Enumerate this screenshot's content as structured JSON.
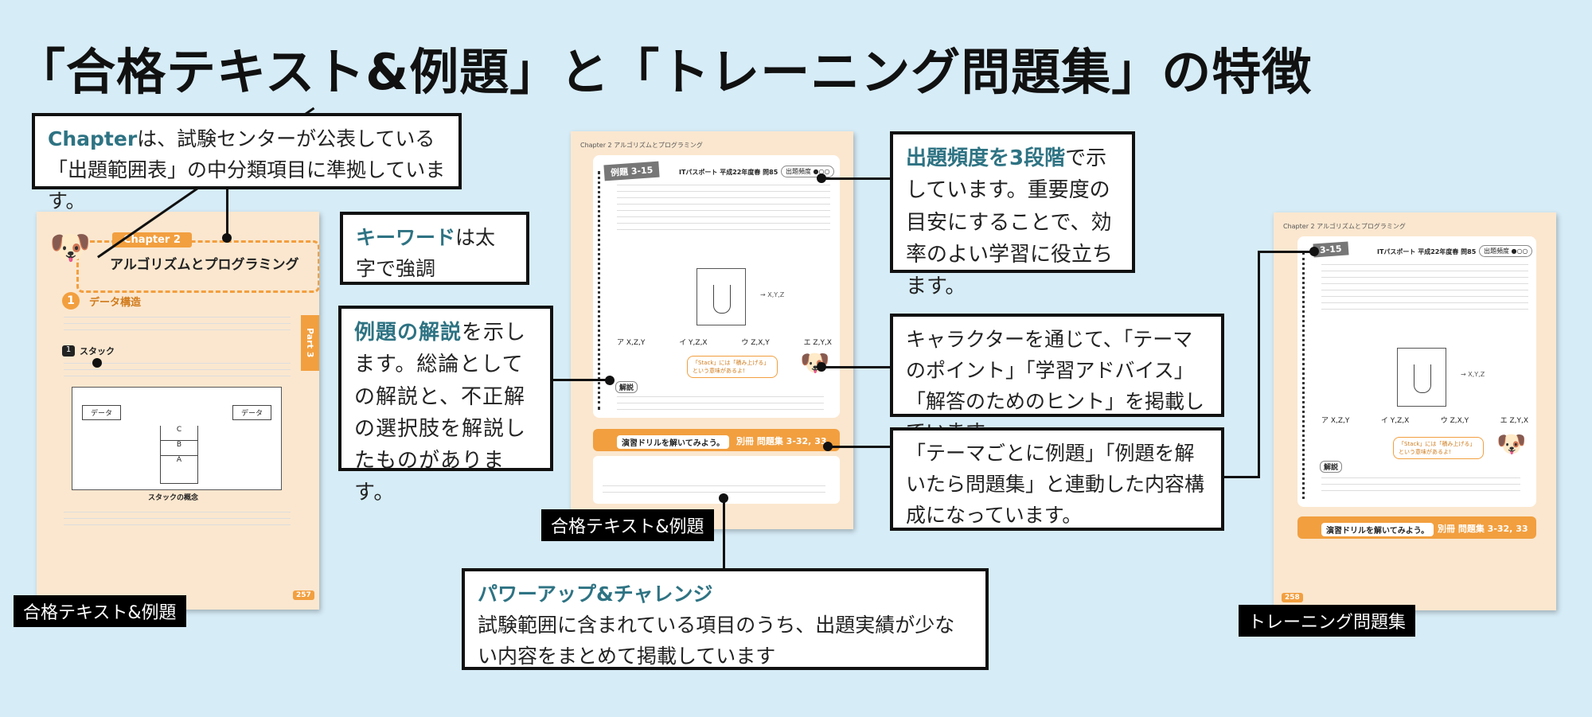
{
  "title": "「合格テキスト&例題」と「トレーニング問題集」の特徴",
  "callouts": {
    "chapter": {
      "hl": "Chapter",
      "text": "は、試験センターが公表している「出題範囲表」の中分類項目に準拠しています。"
    },
    "keyword": {
      "hl": "キーワード",
      "text": "は太字で強調"
    },
    "kaisetsu": {
      "hl": "例題の解説",
      "text": "を示します。総論としての解説と、不正解の選択肢を解説したものがあります。"
    },
    "frequency": {
      "hl": "出題頻度を3段階",
      "text": "で示しています。重要度の目安にすることで、効率のよい学習に役立ちます。"
    },
    "character": {
      "text": "キャラクターを通じて、「テーマのポイント」「学習アドバイス」「解答のためのヒント」を掲載しています。"
    },
    "link": {
      "text": "「テーマごとに例題」「例題を解いたら問題集」と連動した内容構成になっています。"
    },
    "powerup": {
      "hl": "パワーアップ&チャレンジ",
      "text": "試験範囲に含まれている項目のうち、出題実績が少ない内容をまとめて掲載しています"
    }
  },
  "tags": {
    "left": "合格テキスト&例題",
    "middle": "合格テキスト&例題",
    "right": "トレーニング問題集"
  },
  "left_page": {
    "chapter_label": "Chapter 2",
    "chapter_title": "アルゴリズムとプログラミング",
    "section_num": "1",
    "section_title": "データ構造",
    "sub_num": "1",
    "sub_title": "スタック",
    "part_label": "Part 3",
    "page_num": "257",
    "fig_caption": "スタックの概念",
    "stack_items": [
      "C",
      "B",
      "A"
    ],
    "data_label": "データ"
  },
  "middle_page": {
    "header": "Chapter 2  アルゴリズムとプログラミング",
    "example_label": "例題 3-15",
    "exam_info": "ITパスポート 平成22年度春 問85",
    "freq_label": "出題頻度",
    "choices": [
      "ア X,Z,Y",
      "イ Y,Z,X",
      "ウ Z,X,Y",
      "エ Z,Y,X"
    ],
    "kaisetsu_label": "解説",
    "drill_text": "演習ドリルを解いてみよう。",
    "drill_ref": "別冊 問題集 3-32, 33",
    "stack_hint": "「Stack」には「積み上げる」という意味があるよ!"
  },
  "right_page": {
    "header": "Chapter 2  アルゴリズムとプログラミング",
    "example_label": "3-15",
    "exam_info": "ITパスポート 平成22年度春 問85",
    "freq_label": "出題頻度",
    "choices": [
      "ア X,Z,Y",
      "イ Y,Z,X",
      "ウ Z,X,Y",
      "エ Z,Y,X"
    ],
    "kaisetsu_label": "解説",
    "drill_text": "演習ドリルを解いてみよう。",
    "drill_ref": "別冊 問題集 3-32, 33",
    "page_num": "258",
    "stack_hint": "「Stack」には「積み上げる」という意味があるよ!"
  }
}
